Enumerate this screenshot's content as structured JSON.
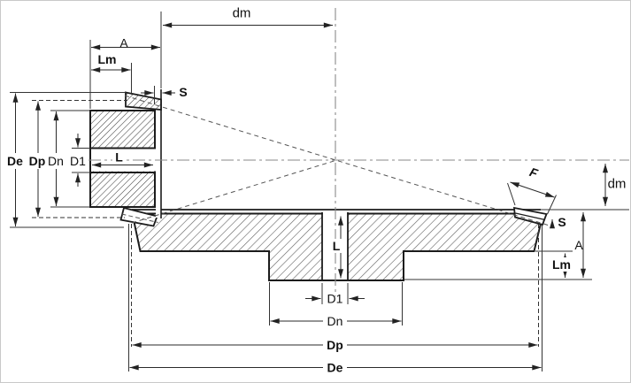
{
  "diagram": {
    "description": "Bevel gear pair cross-section dimension drawing",
    "colors": {
      "background": "#ffffff",
      "outline": "#1c1c1c",
      "dimension_line": "#2a2a2a",
      "centerline": "#8a8a8a",
      "pitch_dash": "#555555",
      "pinion_hatch": "#404040",
      "gear_hatch": "#606060"
    },
    "labels": {
      "top": {
        "dm": "dm",
        "a": "A",
        "lm": "Lm",
        "s": "S"
      },
      "left": {
        "de": "De",
        "dp": "Dp",
        "dn": "Dn",
        "d1": "D1",
        "l": "L"
      },
      "right": {
        "f": "F",
        "s": "S",
        "dm": "dm",
        "a": "A",
        "lm": "Lm"
      },
      "bottom": {
        "l": "L",
        "d1": "D1",
        "dn": "Dn",
        "dp": "Dp",
        "de": "De"
      }
    }
  }
}
